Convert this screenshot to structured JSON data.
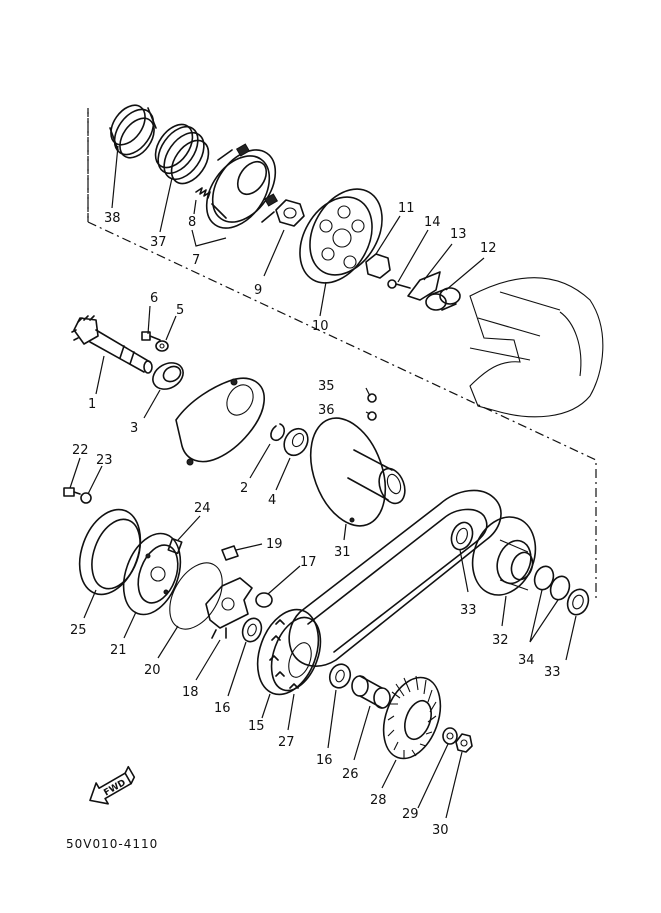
{
  "diagram_code": "50V010-4110",
  "fwd_label": "FWD",
  "callouts": {
    "p1": "1",
    "p2": "2",
    "p3": "3",
    "p4": "4",
    "p5": "5",
    "p6": "6",
    "p7": "7",
    "p8": "8",
    "p9": "9",
    "p10": "10",
    "p11": "11",
    "p12": "12",
    "p13": "13",
    "p14": "14",
    "p15": "15",
    "p16a": "16",
    "p16b": "16",
    "p17": "17",
    "p18": "18",
    "p19": "19",
    "p20": "20",
    "p21": "21",
    "p22": "22",
    "p23": "23",
    "p24": "24",
    "p25": "25",
    "p26": "26",
    "p27": "27",
    "p28": "28",
    "p29": "29",
    "p30": "30",
    "p31": "31",
    "p32": "32",
    "p33a": "33",
    "p33b": "33",
    "p34": "34",
    "p35": "35",
    "p36": "36",
    "p37": "37",
    "p38": "38"
  }
}
